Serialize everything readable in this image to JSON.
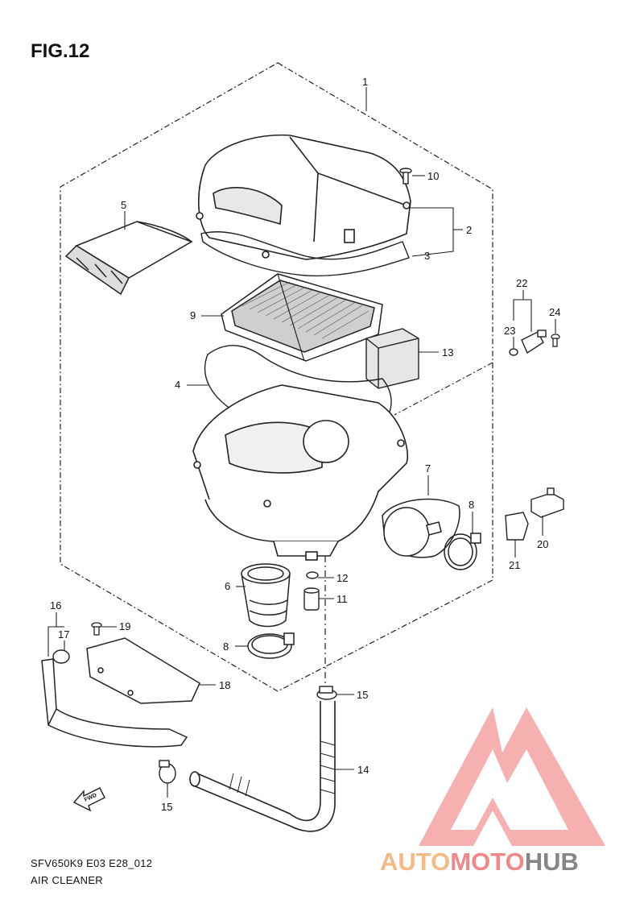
{
  "figure": {
    "title": "FIG.12",
    "code": "SFV650K9 E03 E28_012",
    "name": "AIR CLEANER",
    "direction_label": "FWD"
  },
  "callouts": [
    "1",
    "2",
    "3",
    "4",
    "5",
    "6",
    "7",
    "8",
    "8",
    "9",
    "10",
    "11",
    "12",
    "13",
    "14",
    "15",
    "15",
    "16",
    "17",
    "18",
    "19",
    "20",
    "21",
    "22",
    "23",
    "24"
  ],
  "watermark": {
    "part1": "AUTO",
    "part2": "MOTO",
    "part3": "HUB",
    "color_light": "#f4b27a",
    "color_mid": "#f07c7c",
    "color_dark": "#7a7a7a",
    "triangle_color": "#f28b8b"
  }
}
